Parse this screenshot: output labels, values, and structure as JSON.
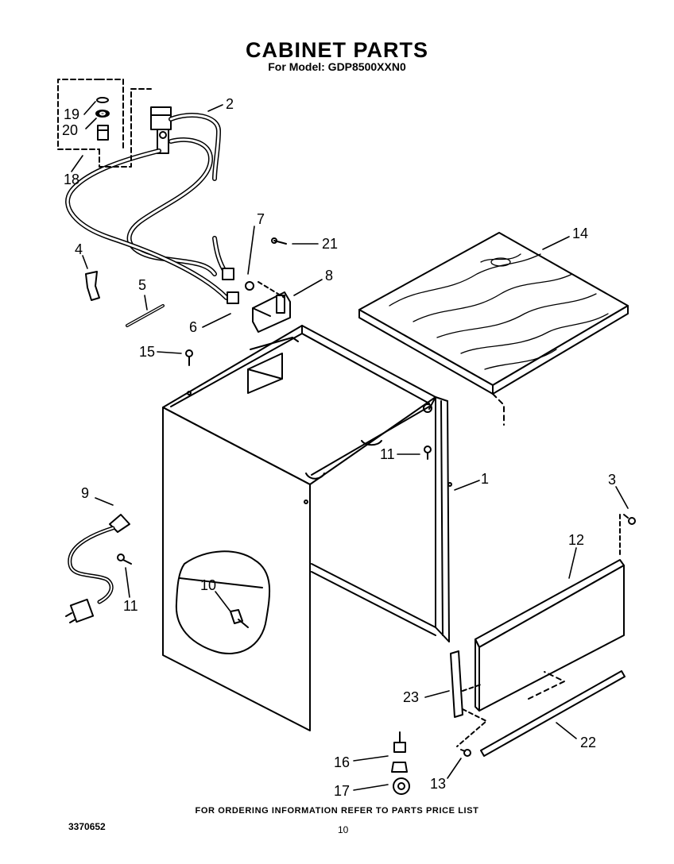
{
  "header": {
    "title": "CABINET PARTS",
    "model_line": "For Model: GDP8500XXN0"
  },
  "callouts": [
    "1",
    "2",
    "3",
    "4",
    "5",
    "6",
    "7",
    "8",
    "9",
    "10",
    "11",
    "11",
    "12",
    "13",
    "14",
    "15",
    "16",
    "17",
    "18",
    "19",
    "20",
    "21",
    "22",
    "23"
  ],
  "footer": {
    "ordering_note": "FOR ORDERING INFORMATION REFER TO PARTS PRICE LIST",
    "document_number": "3370652",
    "page_number": "10"
  },
  "colors": {
    "ink": "#000000",
    "paper": "#ffffff"
  }
}
